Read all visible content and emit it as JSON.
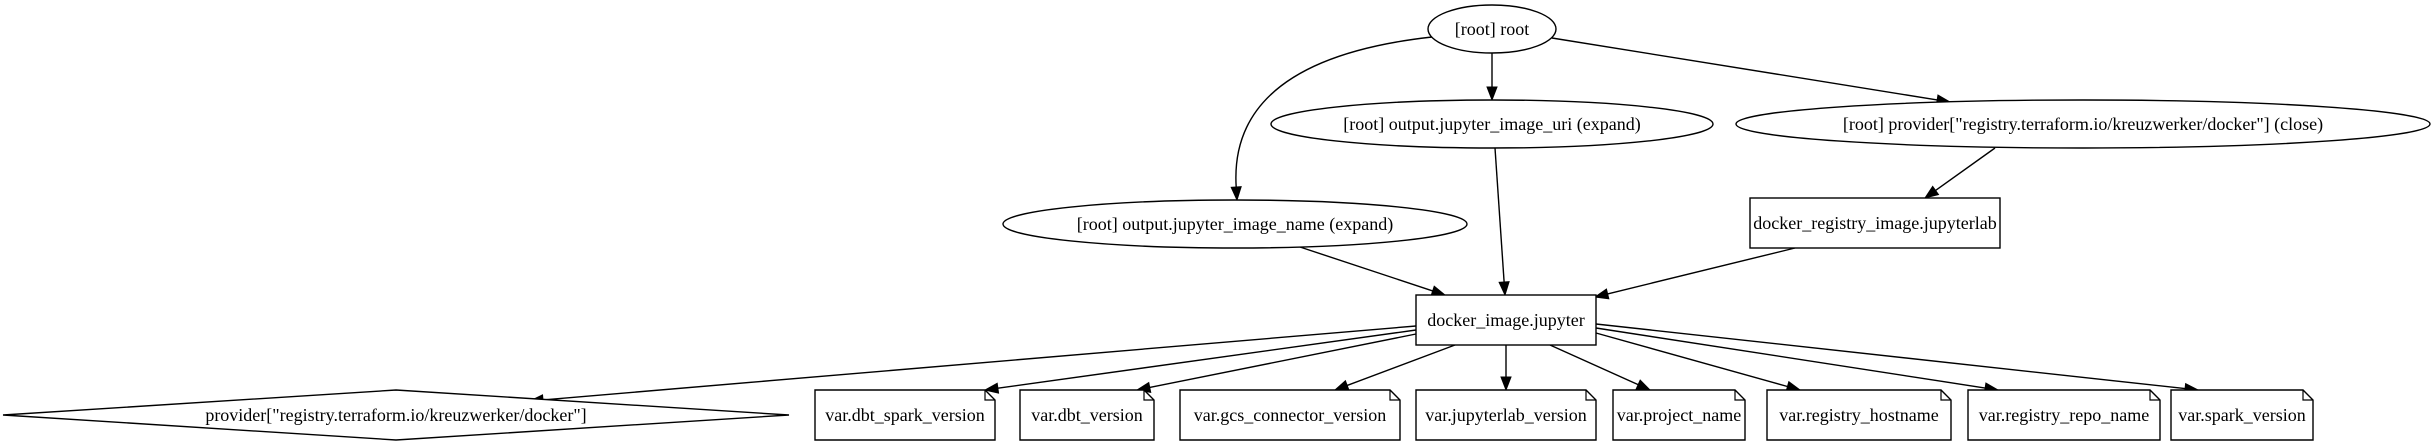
{
  "nodes": {
    "root": "[root] root",
    "output_image_uri": "[root] output.jupyter_image_uri (expand)",
    "provider_close": "[root] provider[\"registry.terraform.io/kreuzwerker/docker\"] (close)",
    "output_image_name": "[root] output.jupyter_image_name (expand)",
    "registry_image": "docker_registry_image.jupyterlab",
    "docker_image": "docker_image.jupyter",
    "provider": "provider[\"registry.terraform.io/kreuzwerker/docker\"]",
    "var_dbt_spark_version": "var.dbt_spark_version",
    "var_dbt_version": "var.dbt_version",
    "var_gcs_connector_version": "var.gcs_connector_version",
    "var_jupyterlab_version": "var.jupyterlab_version",
    "var_project_name": "var.project_name",
    "var_registry_hostname": "var.registry_hostname",
    "var_registry_repo_name": "var.registry_repo_name",
    "var_spark_version": "var.spark_version"
  },
  "edges": [
    [
      "root",
      "output_image_name"
    ],
    [
      "root",
      "output_image_uri"
    ],
    [
      "root",
      "provider_close"
    ],
    [
      "output_image_uri",
      "docker_image"
    ],
    [
      "provider_close",
      "registry_image"
    ],
    [
      "output_image_name",
      "docker_image"
    ],
    [
      "registry_image",
      "docker_image"
    ],
    [
      "docker_image",
      "provider"
    ],
    [
      "docker_image",
      "var_dbt_spark_version"
    ],
    [
      "docker_image",
      "var_dbt_version"
    ],
    [
      "docker_image",
      "var_gcs_connector_version"
    ],
    [
      "docker_image",
      "var_jupyterlab_version"
    ],
    [
      "docker_image",
      "var_project_name"
    ],
    [
      "docker_image",
      "var_registry_hostname"
    ],
    [
      "docker_image",
      "var_registry_repo_name"
    ],
    [
      "docker_image",
      "var_spark_version"
    ]
  ]
}
